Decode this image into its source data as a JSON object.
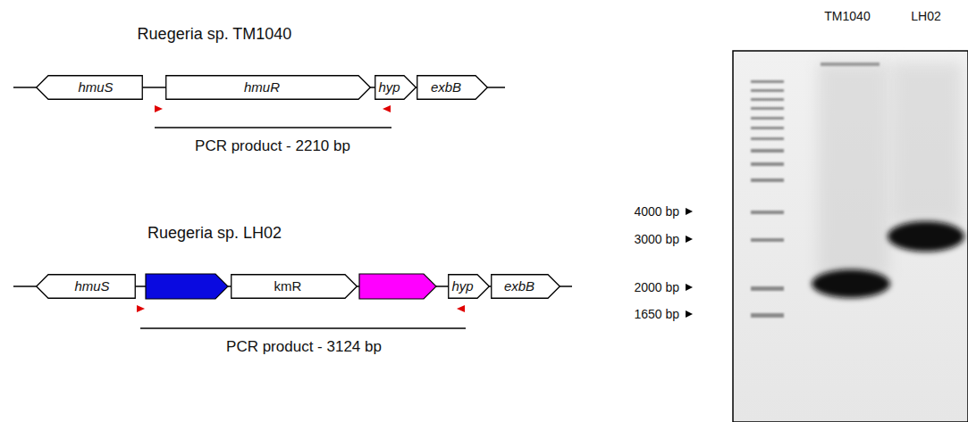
{
  "diagram": {
    "nodes": [
      {
        "text": [
          "hmuS"
        ]
      },
      {
        "text": [
          "hmuR"
        ]
      },
      {
        "text": [
          "hyp"
        ]
      },
      {
        "text": [
          "exbB"
        ]
      },
      {
        "text": [
          "hmuS"
        ]
      },
      {
        "text": [
          "kmR"
        ]
      },
      {
        "text": [
          "hyp"
        ]
      },
      {
        "text": [
          "exbB"
        ]
      }
    ],
    "labels": [
      "Ruegeria sp. TM1040",
      "PCR product - 2210 bp",
      "Ruegeria sp. LH02",
      "PCR product - 3124 bp",
      "TM1040",
      "LH02",
      "4000 bp",
      "3000 bp",
      "2000 bp",
      "1650 bp"
    ]
  }
}
